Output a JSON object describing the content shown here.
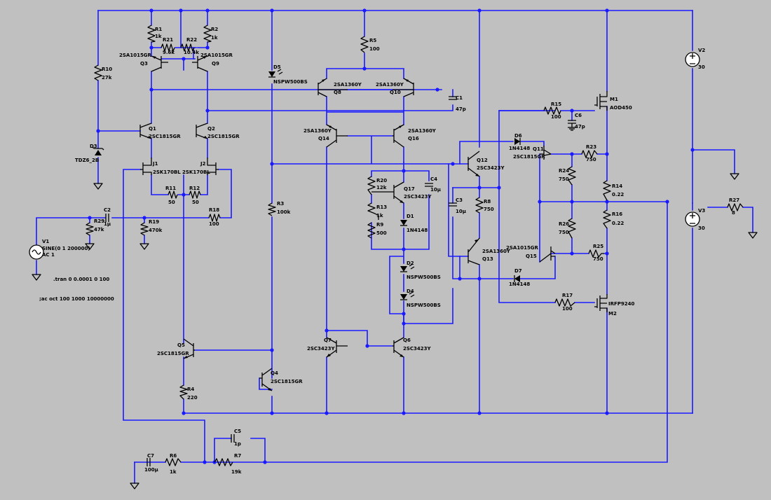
{
  "schematic": {
    "directives": [
      ".tran 0 0.0001 0 100",
      ";ac oct 100 1000 10000000"
    ],
    "components": {
      "R1": {
        "ref": "R1",
        "value": "1k"
      },
      "R2": {
        "ref": "R2",
        "value": "1k"
      },
      "R21": {
        "ref": "R21",
        "value": "9.6k"
      },
      "R22": {
        "ref": "R22",
        "value": "10.4k"
      },
      "R10": {
        "ref": "R10",
        "value": "27k"
      },
      "R5": {
        "ref": "R5",
        "value": "100"
      },
      "R3": {
        "ref": "R3",
        "value": "100k"
      },
      "R4": {
        "ref": "R4",
        "value": "220"
      },
      "R11": {
        "ref": "R11",
        "value": "50"
      },
      "R12": {
        "ref": "R12",
        "value": "50"
      },
      "R18": {
        "ref": "R18",
        "value": "100"
      },
      "R29": {
        "ref": "R29",
        "value": "47k"
      },
      "R19": {
        "ref": "R19",
        "value": "470k"
      },
      "R20": {
        "ref": "R20",
        "value": "12k"
      },
      "R13": {
        "ref": "R13",
        "value": "1k"
      },
      "R9": {
        "ref": "R9",
        "value": "500"
      },
      "R8": {
        "ref": "R8",
        "value": "750"
      },
      "R15": {
        "ref": "R15",
        "value": "100"
      },
      "R17": {
        "ref": "R17",
        "value": "100"
      },
      "R23": {
        "ref": "R23",
        "value": "750"
      },
      "R24": {
        "ref": "R24",
        "value": "750"
      },
      "R26": {
        "ref": "R26",
        "value": "750"
      },
      "R25": {
        "ref": "R25",
        "value": "750"
      },
      "R14": {
        "ref": "R14",
        "value": "0.22"
      },
      "R16": {
        "ref": "R16",
        "value": "0.22"
      },
      "R27": {
        "ref": "R27",
        "value": "8"
      },
      "R6": {
        "ref": "R6",
        "value": "1k"
      },
      "R7": {
        "ref": "R7",
        "value": "19k"
      },
      "C1": {
        "ref": "C1",
        "value": "47p"
      },
      "C2": {
        "ref": "C2",
        "value": "1µ"
      },
      "C3": {
        "ref": "C3",
        "value": "10µ"
      },
      "C4": {
        "ref": "C4",
        "value": "10µ"
      },
      "C5": {
        "ref": "C5",
        "value": "1p"
      },
      "C6": {
        "ref": "C6",
        "value": "47p"
      },
      "C7": {
        "ref": "C7",
        "value": "100µ"
      },
      "D1": {
        "ref": "D1",
        "value": "1N4148"
      },
      "D2": {
        "ref": "D2",
        "value": "NSPW500BS"
      },
      "D3": {
        "ref": "D3",
        "value": "TDZ6_2B"
      },
      "D4": {
        "ref": "D4",
        "value": "NSPW500BS"
      },
      "D5": {
        "ref": "D5",
        "value": "NSPW500BS"
      },
      "D6": {
        "ref": "D6",
        "value": "1N4148"
      },
      "D7": {
        "ref": "D7",
        "value": "1N4148"
      },
      "Q1": {
        "ref": "Q1",
        "value": "2SC1815GR"
      },
      "Q2": {
        "ref": "Q2",
        "value": "2SC1815GR"
      },
      "Q3": {
        "ref": "Q3",
        "value": "2SA1015GR"
      },
      "Q9": {
        "ref": "Q9",
        "value": "2SA1015GR"
      },
      "Q4": {
        "ref": "Q4",
        "value": "2SC1815GR"
      },
      "Q5": {
        "ref": "Q5",
        "value": "2SC1815GR"
      },
      "Q6": {
        "ref": "Q6",
        "value": "2SC3423Y"
      },
      "Q7": {
        "ref": "Q7",
        "value": "2SC3423Y"
      },
      "Q8": {
        "ref": "Q8",
        "value": "2SA1360Y"
      },
      "Q10": {
        "ref": "Q10",
        "value": "2SA1360Y"
      },
      "Q11": {
        "ref": "Q11",
        "value": "2SC1815GR"
      },
      "Q12": {
        "ref": "Q12",
        "value": "2SC3423Y"
      },
      "Q13": {
        "ref": "Q13",
        "value": "2SA1360Y"
      },
      "Q14": {
        "ref": "Q14",
        "value": "2SA1360Y"
      },
      "Q15": {
        "ref": "Q15",
        "value": "2SA1015GR"
      },
      "Q16": {
        "ref": "Q16",
        "value": "2SA1360Y"
      },
      "Q17": {
        "ref": "Q17",
        "value": "2SC3423Y"
      },
      "J1": {
        "ref": "J1",
        "value": "2SK170BL"
      },
      "J2": {
        "ref": "J2",
        "value": "2SK170BL"
      },
      "M1": {
        "ref": "M1",
        "value": "AOD450"
      },
      "M2": {
        "ref": "M2",
        "value": "IRFP9240"
      },
      "V1": {
        "ref": "V1",
        "value": "SINE(0 1 200000)",
        "value2": "AC 1"
      },
      "V2": {
        "ref": "V2",
        "value": "30"
      },
      "V3": {
        "ref": "V3",
        "value": "30"
      }
    }
  }
}
